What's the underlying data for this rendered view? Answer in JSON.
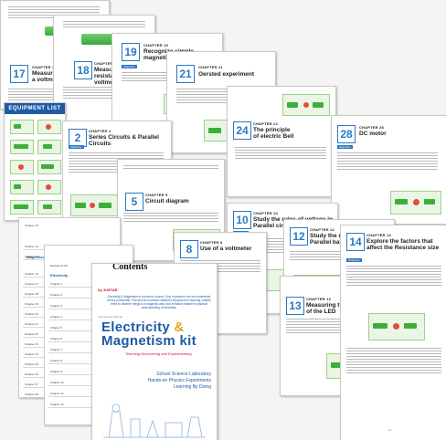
{
  "equipment": {
    "header": "EQUIPMENT LIST"
  },
  "cover": {
    "contents_title": "Contents",
    "brand": "by JUSTAR",
    "intro": "Electricity & Magnetism is a science course. Only in practice can we understand theory profoundly. This set can increase children's enjoyment of learning, enable them to observe things in a magnetic way, and enhance children's practical understanding of electricity.",
    "title_line1": "Electricity",
    "title_amp": "&",
    "title_line2": "Magnetism kit",
    "tagline": "Teaching Discovering and Experimenting",
    "sub1": "School Science Laboratory",
    "sub2": "Hands-on Physics Experiments",
    "sub3": "Learning By Doing",
    "small": "Instructional Manual"
  },
  "chapters": [
    {
      "num": "17",
      "label": "CHAPTER 17",
      "title": "Measure resistance with a voltmeter and ammeter"
    },
    {
      "num": "18",
      "label": "CHAPTER 18",
      "title": "Measuring the resistance by a voltmeter"
    },
    {
      "num": "19",
      "label": "CHAPTER 19",
      "title": "Recognize simple magnetic phenomena"
    },
    {
      "num": "21",
      "label": "CHAPTER 21",
      "title": "Oersted experiment"
    },
    {
      "num": "2",
      "label": "CHAPTER 2",
      "title": "Series Circuits & Parallel Circuits"
    },
    {
      "num": "24",
      "label": "CHAPTER 24",
      "title": "The principle of electric Bell"
    },
    {
      "num": "28",
      "label": "CHAPTER 28",
      "title": "DC motor"
    },
    {
      "num": "5",
      "label": "CHAPTER 5",
      "title": "Circuit diagram"
    },
    {
      "num": "10",
      "label": "CHAPTER 10",
      "title": "Study the rules of voltage in Parallel circuit"
    },
    {
      "num": "12",
      "label": "CHAPTER 12",
      "title": "Study the rules of voltage in Parallel battery circuits"
    },
    {
      "num": "8",
      "label": "CHAPTER 8",
      "title": "Use of a voltmeter"
    },
    {
      "num": "13",
      "label": "CHAPTER 13",
      "title": "Measuring the resistance of the LED"
    },
    {
      "num": "14",
      "label": "CHAPTER 14",
      "title": "Explore the factors that affect the Resistance size"
    }
  ],
  "table_left": {
    "rows": [
      "Chapter 13",
      "Chapter 14",
      "Chapter 15",
      "Chapter 16",
      "Chapter 17",
      "Chapter 18",
      "Chapter 19",
      "Chapter 20",
      "Chapter 21",
      "Chapter 22",
      "Chapter 23",
      "Chapter 24",
      "Chapter 25",
      "Chapter 26",
      "Chapter 27",
      "Chapter 28"
    ],
    "section": "Magnetism"
  },
  "table_mid": {
    "header": "Equipment list",
    "section": "Electricity",
    "rows": [
      "Chapter 1",
      "Chapter 2",
      "Chapter 3",
      "Chapter 4",
      "Chapter 5",
      "Chapter 6",
      "Chapter 7",
      "Chapter 8",
      "Chapter 9",
      "Chapter 10",
      "Chapter 11",
      "Chapter 12"
    ]
  },
  "page_number": "11",
  "colors": {
    "accent": "#2a78c4",
    "brand_red": "#c8102e",
    "circuit_green": "#3cae3c",
    "equipment_blue": "#1f5aa6"
  }
}
